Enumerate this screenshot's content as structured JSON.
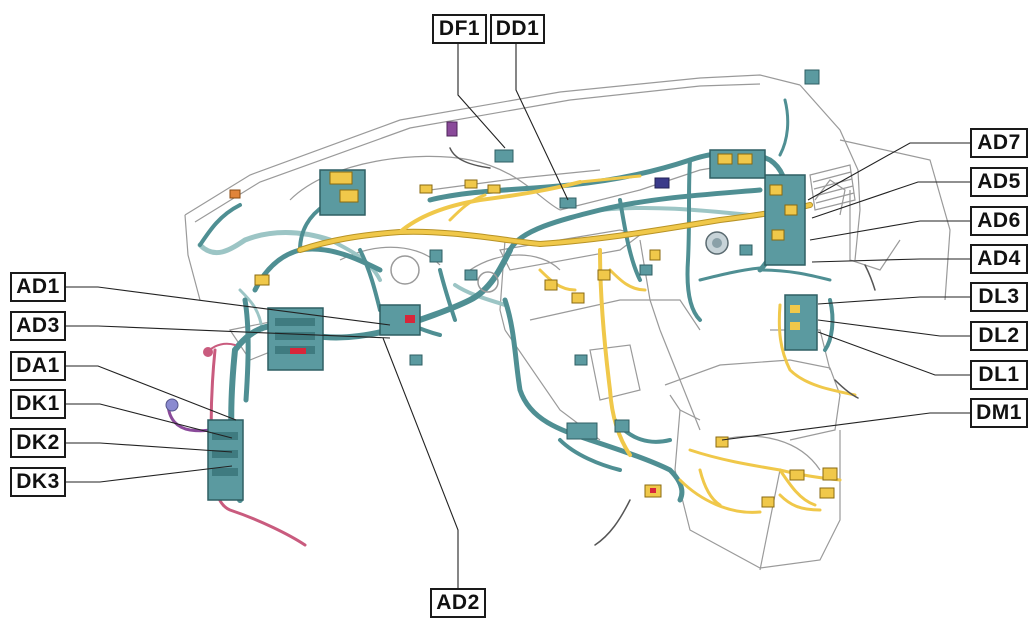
{
  "diagram": {
    "labels": {
      "DF1": "DF1",
      "DD1": "DD1",
      "AD7": "AD7",
      "AD5": "AD5",
      "AD6": "AD6",
      "AD4": "AD4",
      "DL3": "DL3",
      "DL2": "DL2",
      "DL1": "DL1",
      "DM1": "DM1",
      "AD1": "AD1",
      "AD3": "AD3",
      "DA1": "DA1",
      "DK1": "DK1",
      "DK2": "DK2",
      "DK3": "DK3",
      "AD2": "AD2"
    },
    "colors": {
      "harness_teal": "#4f8f93",
      "harness_light_teal": "#9cc5c5",
      "harness_yellow": "#f0c84a",
      "wire_pink": "#c95b7e",
      "connector_purple": "#8a4a9a",
      "connector_orange": "#e0843a",
      "connector_red": "#d8263a",
      "outline_gray": "#9a9a9a"
    }
  }
}
